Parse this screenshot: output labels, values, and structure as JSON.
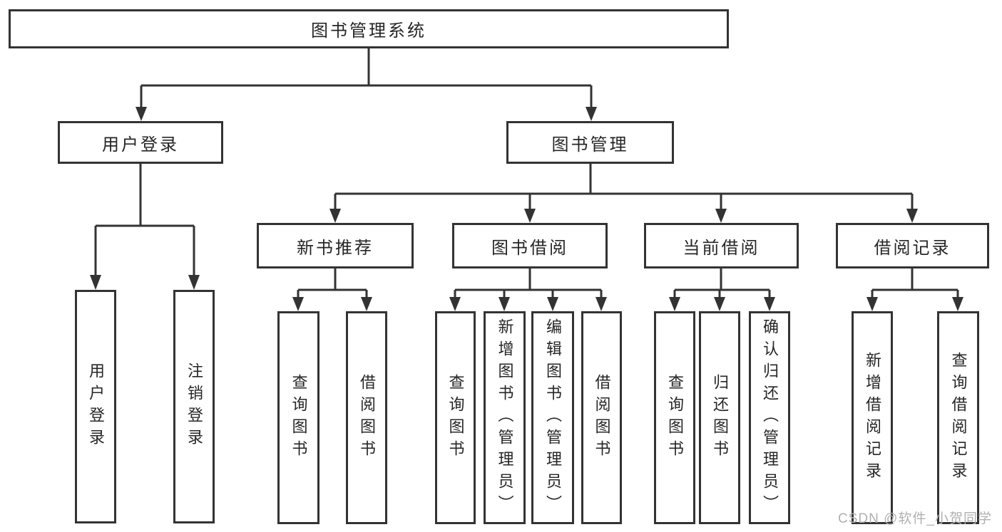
{
  "diagram": {
    "type": "tree",
    "root": {
      "label": "图书管理系统",
      "children": [
        {
          "label": "用户登录",
          "children": [
            {
              "label": "用户登录"
            },
            {
              "label": "注销登录"
            }
          ]
        },
        {
          "label": "图书管理",
          "children": [
            {
              "label": "新书推荐",
              "children": [
                {
                  "label": "查询图书"
                },
                {
                  "label": "借阅图书"
                }
              ]
            },
            {
              "label": "图书借阅",
              "children": [
                {
                  "label": "查询图书"
                },
                {
                  "label": "新增图书（管理员）"
                },
                {
                  "label": "编辑图书（管理员）"
                },
                {
                  "label": "借阅图书"
                }
              ]
            },
            {
              "label": "当前借阅",
              "children": [
                {
                  "label": "查询图书"
                },
                {
                  "label": "归还图书"
                },
                {
                  "label": "确认归还（管理员）"
                }
              ]
            },
            {
              "label": "借阅记录",
              "children": [
                {
                  "label": "新增借阅记录"
                },
                {
                  "label": "查询借阅记录"
                }
              ]
            }
          ]
        }
      ]
    }
  },
  "watermark": {
    "text": "CSDN @软件_小贺同学"
  },
  "colors": {
    "line": "#333333",
    "border": "#333333",
    "text": "#262626",
    "background": "#ffffff",
    "watermark": "#b0b0b0"
  }
}
